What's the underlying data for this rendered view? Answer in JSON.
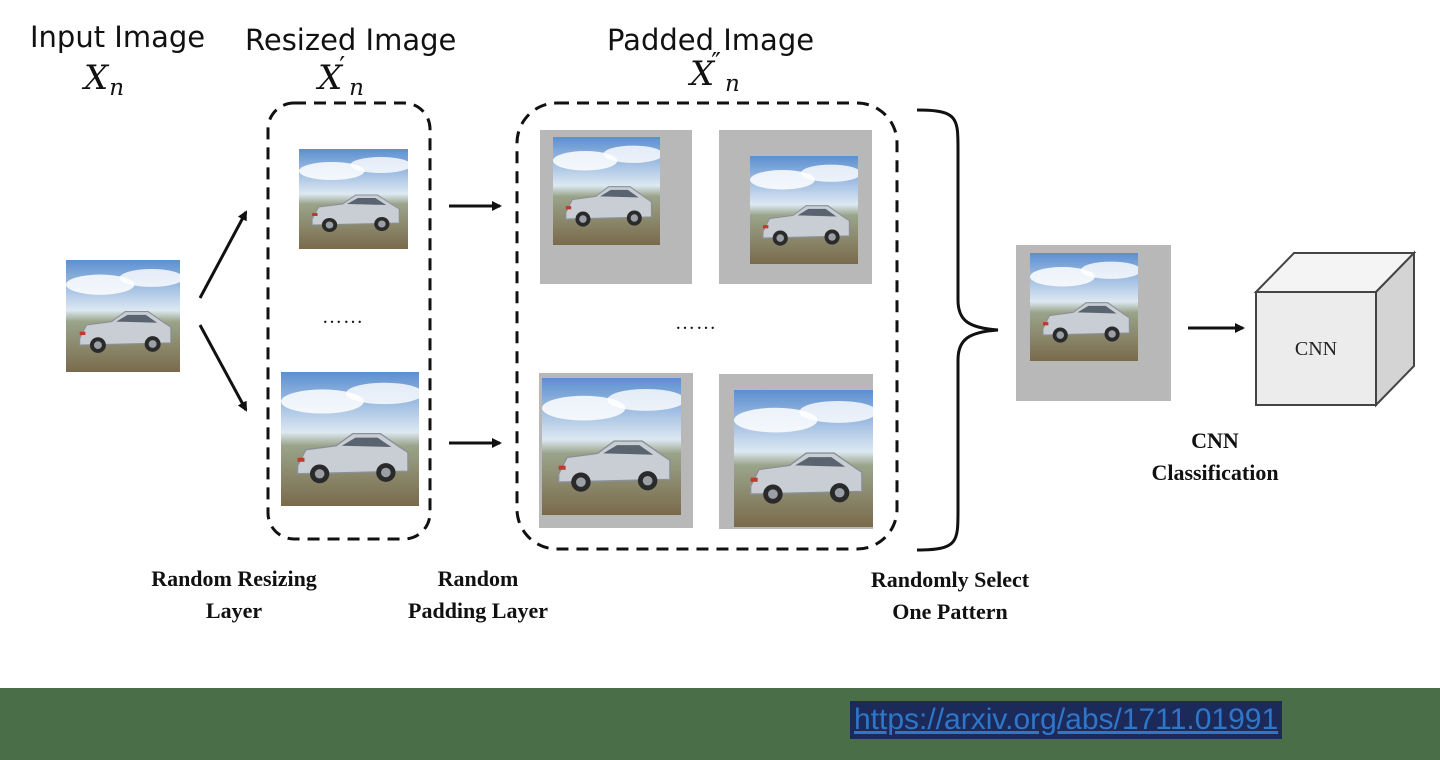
{
  "headings": {
    "input": "Input Image",
    "resized": "Resized Image",
    "padded": "Padded Image"
  },
  "symbols": {
    "input": "X",
    "resized": "X",
    "padded": "X",
    "subscript": "n",
    "resized_prime": "′",
    "padded_prime": "″"
  },
  "captions": {
    "resizing": "Random Resizing Layer",
    "padding": "Random Padding Layer",
    "select": "Randomly Select One Pattern",
    "classification": "CNN Classification"
  },
  "ellipsis": "……",
  "cube_label": "CNN",
  "footer": {
    "link": "https://arxiv.org/abs/1711.01991"
  },
  "colors": {
    "footer_bg": "#4a6e48",
    "link_text": "#2f76c8",
    "link_bg": "#1c2a5a",
    "pad_gray": "#b8b8b8",
    "cube_face": "#ececec"
  }
}
